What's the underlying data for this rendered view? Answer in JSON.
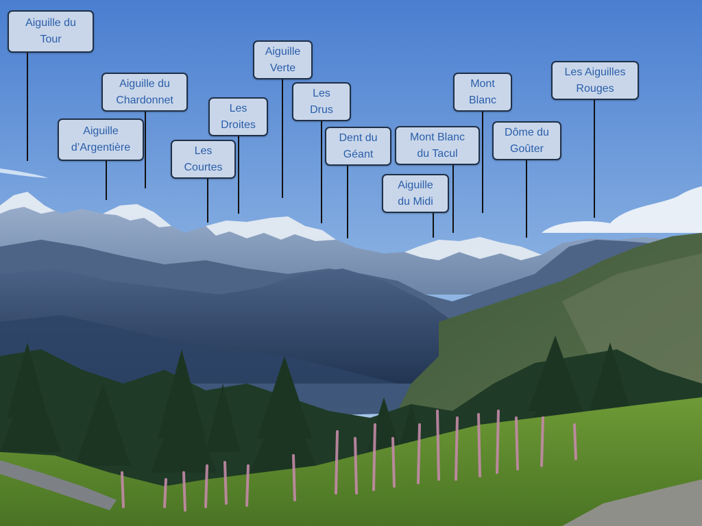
{
  "photo": {
    "sky_top": "#4a7ed0",
    "sky_bottom": "#bcd6ee",
    "snow": "#e8eef6",
    "far_ridge": "#7d95b6",
    "mid_ridge": "#4d6486",
    "valley": "#2e4466",
    "forest": "#1f3a26",
    "grass": "#5d8a2e",
    "fireweed": "#c48aa8"
  },
  "labels": [
    {
      "id": "aiguille-du-tour",
      "lines": [
        "Aiguille du",
        "Tour"
      ]
    },
    {
      "id": "aiguille-dargentiere",
      "lines": [
        "Aiguille",
        "d’Argentière"
      ]
    },
    {
      "id": "aiguille-du-chardonnet",
      "lines": [
        "Aiguille du",
        "Chardonnet"
      ]
    },
    {
      "id": "les-courtes",
      "lines": [
        "Les",
        "Courtes"
      ]
    },
    {
      "id": "les-droites",
      "lines": [
        "Les",
        "Droites"
      ]
    },
    {
      "id": "aiguille-verte",
      "lines": [
        "Aiguille",
        "Verte"
      ]
    },
    {
      "id": "les-drus",
      "lines": [
        "Les",
        "Drus"
      ]
    },
    {
      "id": "dent-du-geant",
      "lines": [
        "Dent du",
        "Géant"
      ]
    },
    {
      "id": "aiguille-du-midi",
      "lines": [
        "Aiguille",
        "du Midi"
      ]
    },
    {
      "id": "mont-blanc-du-tacul",
      "lines": [
        "Mont Blanc",
        "du Tacul"
      ]
    },
    {
      "id": "mont-blanc",
      "lines": [
        "Mont",
        "Blanc"
      ]
    },
    {
      "id": "dome-du-gouter",
      "lines": [
        "Dôme du",
        "Goûter"
      ]
    },
    {
      "id": "les-aiguilles-rouges",
      "lines": [
        "Les Aiguilles",
        "Rouges"
      ]
    }
  ]
}
